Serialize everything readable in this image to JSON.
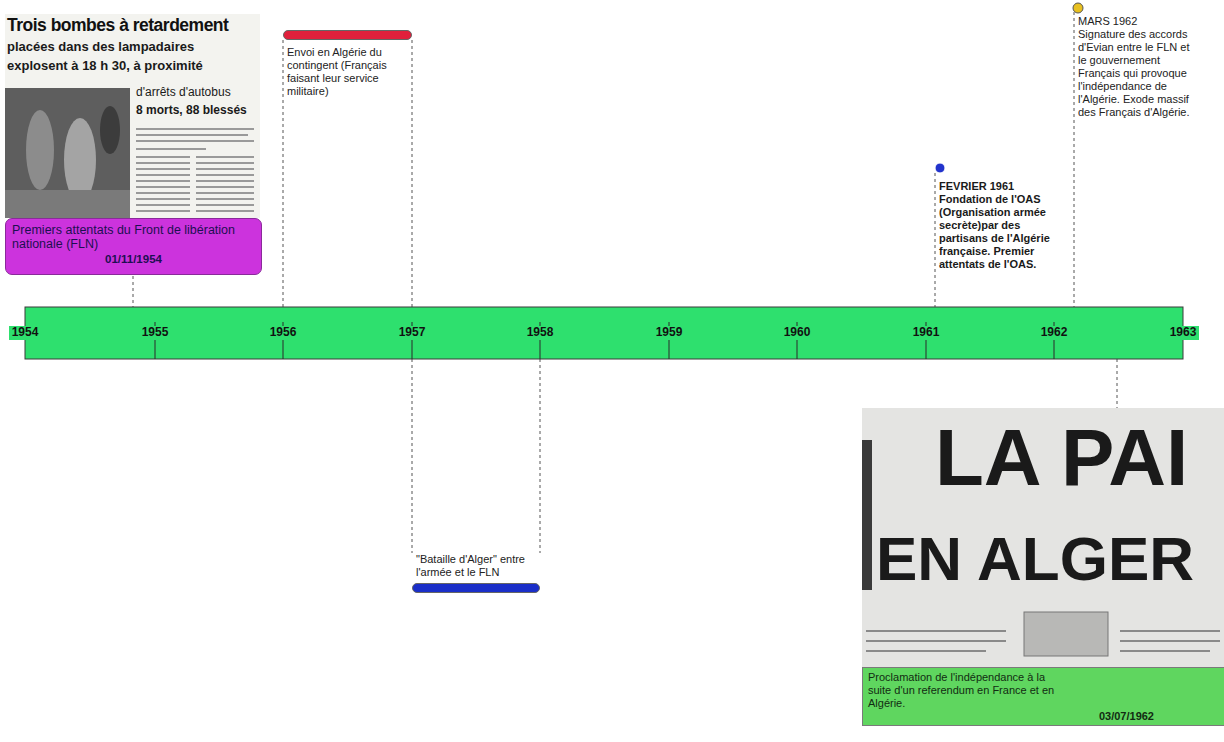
{
  "diagram": {
    "nodes": [
      {
        "text": [
          "Premiers attentats du Front de libération nationale (FLN)",
          "01/11/1954"
        ]
      },
      {
        "text": [
          "Envoi en Algérie du contingent (Français faisant leur service militaire)"
        ]
      },
      {
        "text": [
          "\"Bataille d'Alger\" entre l'armée et le FLN"
        ]
      },
      {
        "text": [
          "FEVRIER 1961",
          "Fondation de l'OAS (Organisation armée secrète)par des partisans de l'Algérie française. Premier attentats de l'OAS."
        ]
      },
      {
        "text": [
          "MARS 1962",
          "Signature des accords d'Evian entre le FLN et le gouvernement Français qui provoque l'indépendance de l'Algérie. Exode massif des Français d'Algérie."
        ]
      },
      {
        "text": [
          "Proclamation de l'indépendance à la suite d'un referendum en France et en Algérie.",
          "03/07/1962"
        ]
      }
    ],
    "labels": [
      "1954",
      "1955",
      "1956",
      "1957",
      "1958",
      "1959",
      "1960",
      "1961",
      "1962",
      "1963",
      "Trois bombes à retardement",
      "placées dans des lampadaires",
      "explosent à 18 h 30, à proximité",
      "d'arrêts d'autobus",
      "8 morts, 88 blessés",
      "LA PAI",
      "EN ALGER"
    ]
  }
}
